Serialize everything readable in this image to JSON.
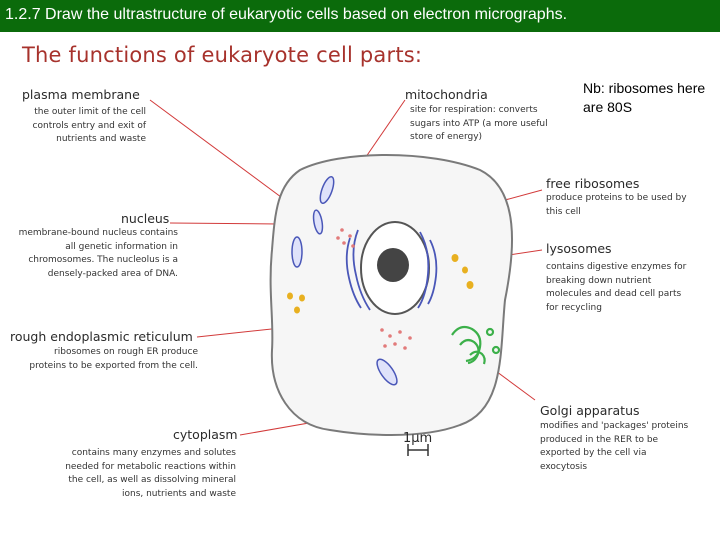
{
  "slide": {
    "title_bar": "1.2.7 Draw the ultrastructure of eukaryotic cells based on electron micrographs.",
    "heading": "The functions of eukaryote cell parts:",
    "note": "Nb: ribosomes here are 80S",
    "colors": {
      "title_bar_bg": "#0b6b0b",
      "heading": "#a7322c",
      "pointer_lines": "#d23a3a",
      "mitochondria": "#4a57b8",
      "golgi": "#3cb04a",
      "lysosomes": "#e8b020",
      "ribosomes": "#e27b7b",
      "nucleolus": "#444444"
    }
  },
  "labels": {
    "plasma_membrane": {
      "title": "plasma membrane",
      "lines": [
        "the outer limit of the cell",
        "controls entry and exit of",
        "nutrients and waste"
      ]
    },
    "mitochondria": {
      "title": "mitochondria",
      "lines": [
        "site for respiration: converts",
        "sugars into ATP (a more useful",
        "store of energy)"
      ]
    },
    "free_ribosomes": {
      "title": "free ribosomes",
      "lines": [
        "produce proteins to be used by",
        "this cell"
      ]
    },
    "nucleus": {
      "title": "nucleus",
      "lines": [
        "membrane-bound nucleus contains",
        "all genetic information in",
        "chromosomes. The nucleolus is a",
        "densely-packed area of DNA."
      ]
    },
    "lysosomes": {
      "title": "lysosomes",
      "lines": [
        "contains digestive enzymes for",
        "breaking down nutrient",
        "molecules and dead cell parts",
        "for recycling"
      ]
    },
    "rough_er": {
      "title": "rough endoplasmic reticulum",
      "lines": [
        "ribosomes on rough ER produce",
        "proteins to be exported from the cell."
      ]
    },
    "golgi": {
      "title": "Golgi apparatus",
      "lines": [
        "modifies and 'packages' proteins",
        "produced in the RER to be",
        "exported by the cell via",
        "exocytosis"
      ]
    },
    "cytoplasm": {
      "title": "cytoplasm",
      "lines": [
        "contains many enzymes and solutes",
        "needed for metabolic reactions within",
        "the cell, as well as dissolving mineral",
        "ions, nutrients and waste"
      ]
    },
    "scale_bar": "1μm"
  }
}
